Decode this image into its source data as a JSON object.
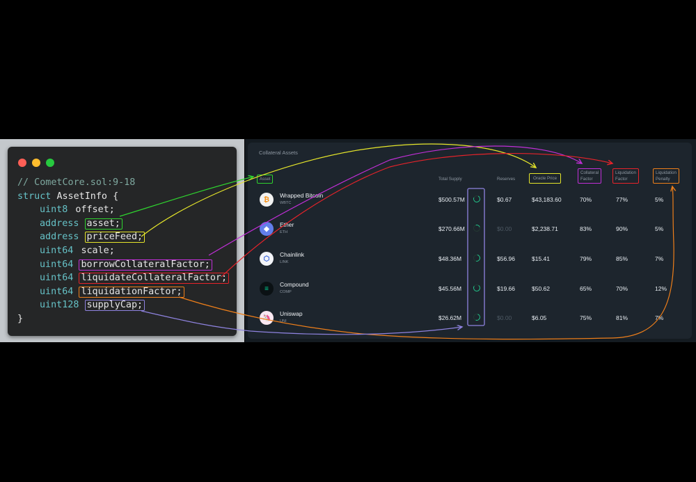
{
  "code": {
    "comment": "// CometCore.sol:9-18",
    "struct_keyword": "struct",
    "struct_name": "AssetInfo",
    "open_brace": "{",
    "close_brace": "}",
    "fields": [
      {
        "type": "uint8",
        "name": "offset;"
      },
      {
        "type": "address",
        "name": "asset;"
      },
      {
        "type": "address",
        "name": "priceFeed;"
      },
      {
        "type": "uint64",
        "name": "scale;"
      },
      {
        "type": "uint64",
        "name": "borrowCollateralFactor;"
      },
      {
        "type": "uint64",
        "name": "liquidateCollateralFactor;"
      },
      {
        "type": "uint64",
        "name": "liquidationFactor;"
      },
      {
        "type": "uint128",
        "name": "supplyCap;"
      }
    ]
  },
  "dashboard": {
    "title": "Collateral Assets",
    "headers": {
      "asset": "Asset",
      "total_supply": "Total Supply",
      "reserves": "Reserves",
      "oracle_price": "Oracle Price",
      "collateral_factor_1": "Collateral",
      "collateral_factor_2": "Factor",
      "liquidation_factor_1": "Liquidation",
      "liquidation_factor_2": "Factor",
      "liquidation_penalty_1": "Liquidation",
      "liquidation_penalty_2": "Penalty"
    },
    "rows": [
      {
        "name": "Wrapped Bitcoin",
        "ticker": "WBTC",
        "icon": "bitcoin-icon",
        "icon_glyph": "₿",
        "icon_bg": "#f2f2f2",
        "icon_fg": "#f7931a",
        "total_supply": "$500.57M",
        "supply_cap_usage": 0.8,
        "reserves": "$0.67",
        "reserves_dim": false,
        "oracle_price": "$43,183.60",
        "collateral_factor": "70%",
        "liquidation_factor": "77%",
        "liquidation_penalty": "5%"
      },
      {
        "name": "Ether",
        "ticker": "ETH",
        "icon": "ether-icon",
        "icon_glyph": "◆",
        "icon_bg": "#627eea",
        "icon_fg": "#ffffff",
        "total_supply": "$270.66M",
        "supply_cap_usage": 0.3,
        "reserves": "$0.00",
        "reserves_dim": true,
        "oracle_price": "$2,238.71",
        "collateral_factor": "83%",
        "liquidation_factor": "90%",
        "liquidation_penalty": "5%"
      },
      {
        "name": "Chainlink",
        "ticker": "LINK",
        "icon": "chainlink-icon",
        "icon_glyph": "⬡",
        "icon_bg": "#f2f4f8",
        "icon_fg": "#2a5ada",
        "total_supply": "$48.36M",
        "supply_cap_usage": 0.6,
        "reserves": "$56.96",
        "reserves_dim": false,
        "oracle_price": "$15.41",
        "collateral_factor": "79%",
        "liquidation_factor": "85%",
        "liquidation_penalty": "7%"
      },
      {
        "name": "Compound",
        "ticker": "COMP",
        "icon": "compound-icon",
        "icon_glyph": "≡",
        "icon_bg": "#0b1114",
        "icon_fg": "#00d395",
        "total_supply": "$45.56M",
        "supply_cap_usage": 0.9,
        "reserves": "$19.66",
        "reserves_dim": false,
        "oracle_price": "$50.62",
        "collateral_factor": "65%",
        "liquidation_factor": "70%",
        "liquidation_penalty": "12%"
      },
      {
        "name": "Uniswap",
        "ticker": "UNI",
        "icon": "uniswap-icon",
        "icon_glyph": "🦄",
        "icon_bg": "#fbe8f2",
        "icon_fg": "#ff007a",
        "total_supply": "$26.62M",
        "supply_cap_usage": 0.7,
        "reserves": "$0.00",
        "reserves_dim": true,
        "oracle_price": "$6.05",
        "collateral_factor": "75%",
        "liquidation_factor": "81%",
        "liquidation_penalty": "7%"
      }
    ]
  },
  "colors": {
    "asset": "#2fd42f",
    "price_feed": "#e6e62a",
    "borrow_collateral_factor": "#c22fd9",
    "liquidate_collateral_factor": "#e8232a",
    "liquidation_factor": "#ef7f1a",
    "supply_cap": "#8f83e0",
    "accent_green": "#22c98c"
  }
}
